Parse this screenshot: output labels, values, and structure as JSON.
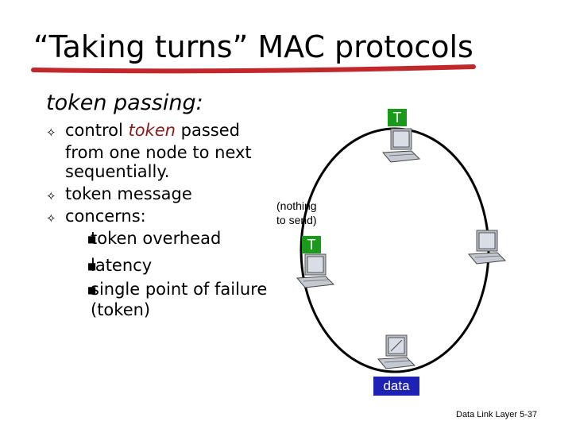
{
  "title": "“Taking turns” MAC protocols",
  "subtitle": "token passing:",
  "bullets": {
    "b1_pre": "control ",
    "b1_kw": "token",
    "b1_post": " passed",
    "b1_line2": "from one node to next",
    "b1_line3": "sequentially.",
    "b2": "token message",
    "b3": "concerns:",
    "sub1": "token overhead",
    "sub2": "latency",
    "sub3": "single point of failure",
    "sub3_line2": "(token)"
  },
  "diagram": {
    "token_top": "T",
    "token_left": "T",
    "nothing_line1": "(nothing",
    "nothing_line2": "to send)",
    "data_label": "data"
  },
  "footer": "Data Link Layer  5-37",
  "colors": {
    "title_underline": "#c0282c",
    "token": "#1a9a1a",
    "data": "#1e22b4",
    "keyword": "#8b1a1a"
  }
}
